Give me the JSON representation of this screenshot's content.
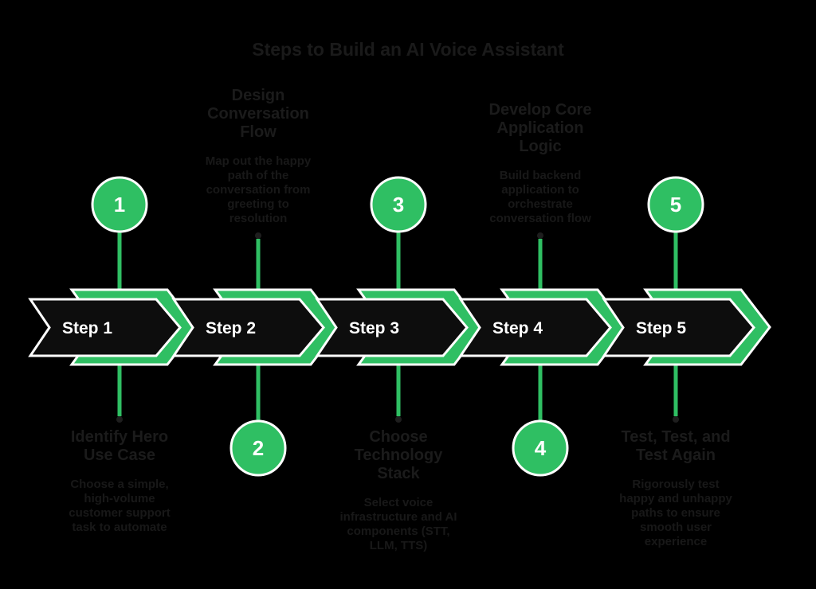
{
  "title": "Steps to Build an AI Voice Assistant",
  "colors": {
    "background": "#000000",
    "accent_green": "#2fbf63",
    "arrow_fill": "#0d0d0d",
    "outline_white": "#ffffff",
    "muted_heading_text": "#1b1b1b",
    "muted_body_text": "#181818"
  },
  "steps": [
    {
      "label": "Step 1",
      "number": "1",
      "heading": "Identify Hero Use Case",
      "description_lines": [
        "Choose a simple,",
        "high-volume",
        "customer support",
        "task to automate"
      ],
      "text_position": "below",
      "circle_position": "above"
    },
    {
      "label": "Step 2",
      "number": "2",
      "heading": "Design Conversation Flow",
      "description_lines": [
        "Map out the happy",
        "path of the",
        "conversation from",
        "greeting to",
        "resolution"
      ],
      "text_position": "above",
      "circle_position": "below"
    },
    {
      "label": "Step 3",
      "number": "3",
      "heading": "Choose Technology Stack",
      "description_lines": [
        "Select voice",
        "infrastructure and AI",
        "components (STT,",
        "LLM, TTS)"
      ],
      "text_position": "below",
      "circle_position": "above"
    },
    {
      "label": "Step 4",
      "number": "4",
      "heading": "Develop Core Application Logic",
      "description_lines": [
        "Build backend",
        "application to",
        "orchestrate",
        "conversation flow"
      ],
      "text_position": "above",
      "circle_position": "below"
    },
    {
      "label": "Step 5",
      "number": "5",
      "heading": "Test, Test, and Test Again",
      "description_lines": [
        "Rigorously test",
        "happy and unhappy",
        "paths to ensure",
        "smooth user",
        "experience"
      ],
      "text_position": "below",
      "circle_position": "above"
    }
  ]
}
